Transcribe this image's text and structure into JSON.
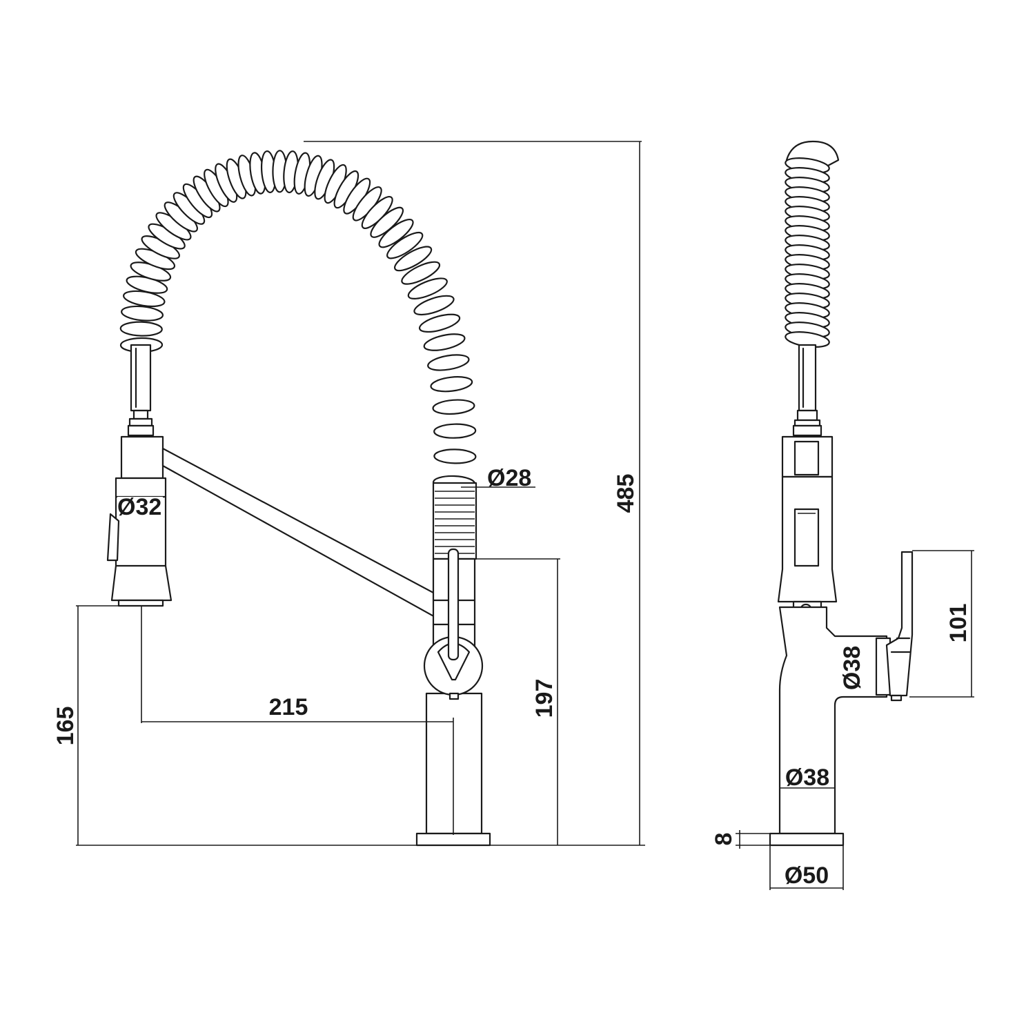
{
  "dimensions": {
    "total_height": "485",
    "spout_reach": "215",
    "spray_height": "165",
    "lever_height": "197",
    "spring_diameter": "Ø28",
    "spray_head_diameter": "Ø32",
    "side_lever_height": "101",
    "side_lever_hub": "Ø38",
    "body_diameter": "Ø38",
    "base_height": "8",
    "base_diameter": "Ø50"
  }
}
